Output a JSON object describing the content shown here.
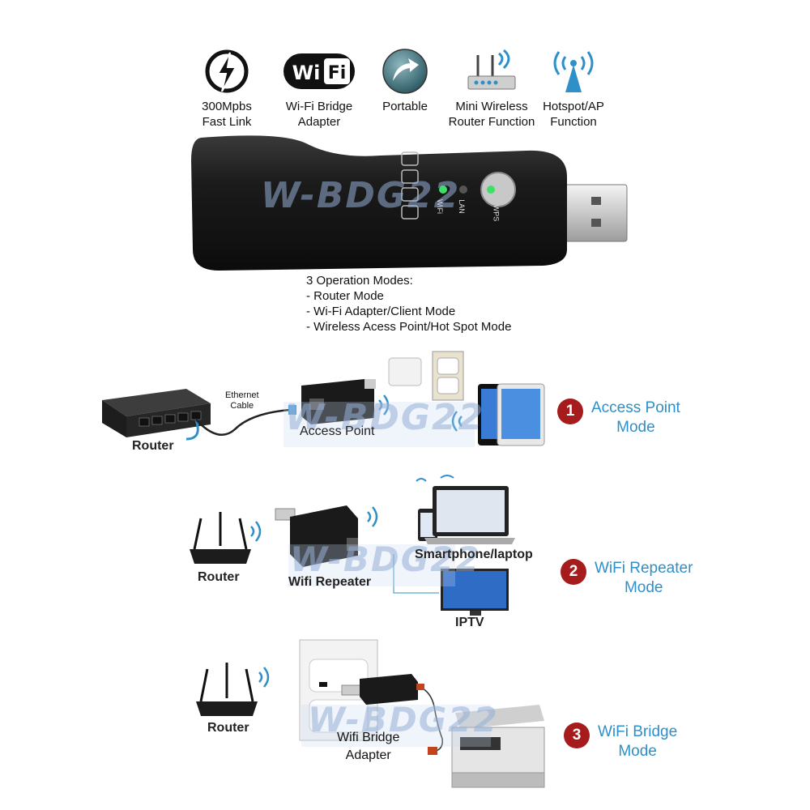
{
  "features": [
    {
      "icon": "lightning-icon",
      "line1": "300Mpbs",
      "line2": "Fast Link"
    },
    {
      "icon": "wifi-logo-icon",
      "line1": "Wi-Fi Bridge",
      "line2": "Adapter"
    },
    {
      "icon": "portable-arrow-icon",
      "line1": "Portable",
      "line2": ""
    },
    {
      "icon": "router-icon",
      "line1": "Mini Wireless",
      "line2": "Router Function"
    },
    {
      "icon": "hotspot-antenna-icon",
      "line1": "Hotspot/AP",
      "line2": "Function"
    }
  ],
  "device": {
    "watermark": "W-BDG22",
    "led_wifi": "WiFi",
    "led_lan": "LAN",
    "button_wps": "WPS"
  },
  "modes_list": {
    "title": "3 Operation Modes:",
    "items": [
      "- Router Mode",
      "- Wi-Fi Adapter/Client Mode",
      "- Wireless Acess Point/Hot Spot Mode"
    ]
  },
  "mode1": {
    "number": "1",
    "name_line1": "Access Point",
    "name_line2": "Mode",
    "router_label": "Router",
    "cable_line1": "Ethernet",
    "cable_line2": "Cable",
    "device_label": "Access Point",
    "watermark": "W-BDG22"
  },
  "mode2": {
    "number": "2",
    "name_line1": "WiFi Repeater",
    "name_line2": "Mode",
    "router_label": "Router",
    "device_label": "Wifi Repeater",
    "client_label": "Smartphone/laptop",
    "tv_label": "IPTV",
    "watermark": "W-BDG22"
  },
  "mode3": {
    "number": "3",
    "name_line1": "WiFi Bridge",
    "name_line2": "Mode",
    "router_label": "Router",
    "device_line1": "Wifi Bridge",
    "device_line2": "Adapter",
    "watermark": "W-BDG22"
  },
  "colors": {
    "accent_blue": "#2e8fc9",
    "badge_red": "#a61b1b",
    "device_black": "#1a1a1a",
    "led_green": "#3ee06a"
  }
}
